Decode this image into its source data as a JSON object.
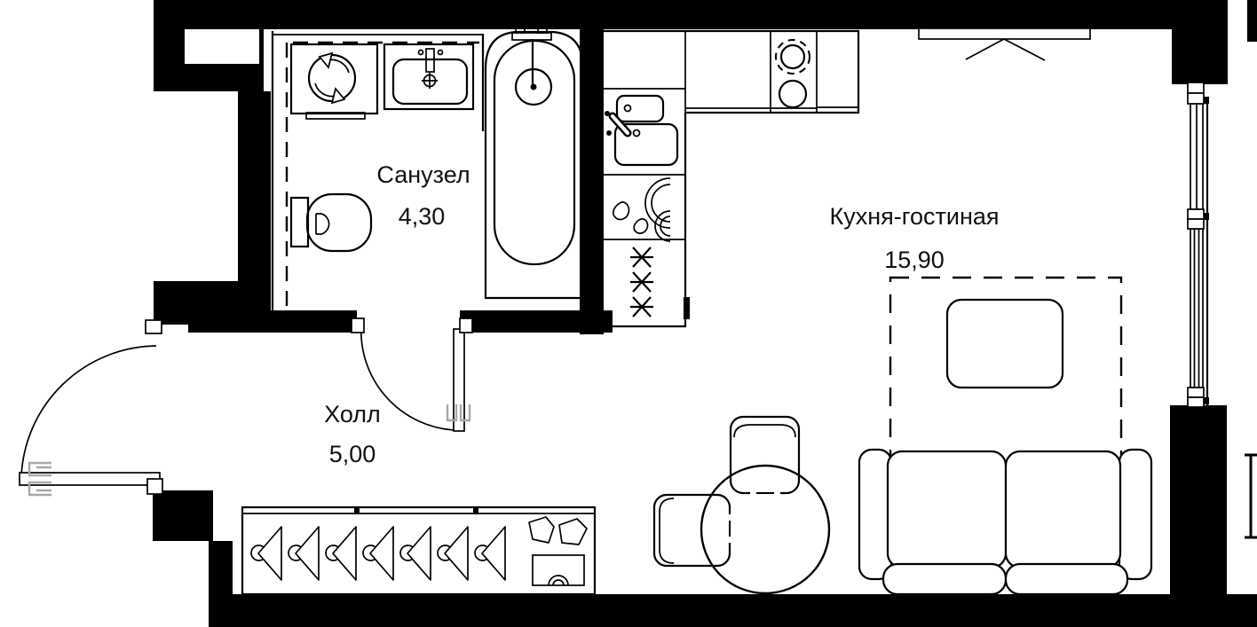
{
  "plan_type": "apartment-floor-plan",
  "rooms": [
    {
      "name": "Санузел",
      "area": "4,30"
    },
    {
      "name": "Холл",
      "area": "5,00"
    },
    {
      "name": "Кухня-гостиная",
      "area": "15,90"
    }
  ]
}
